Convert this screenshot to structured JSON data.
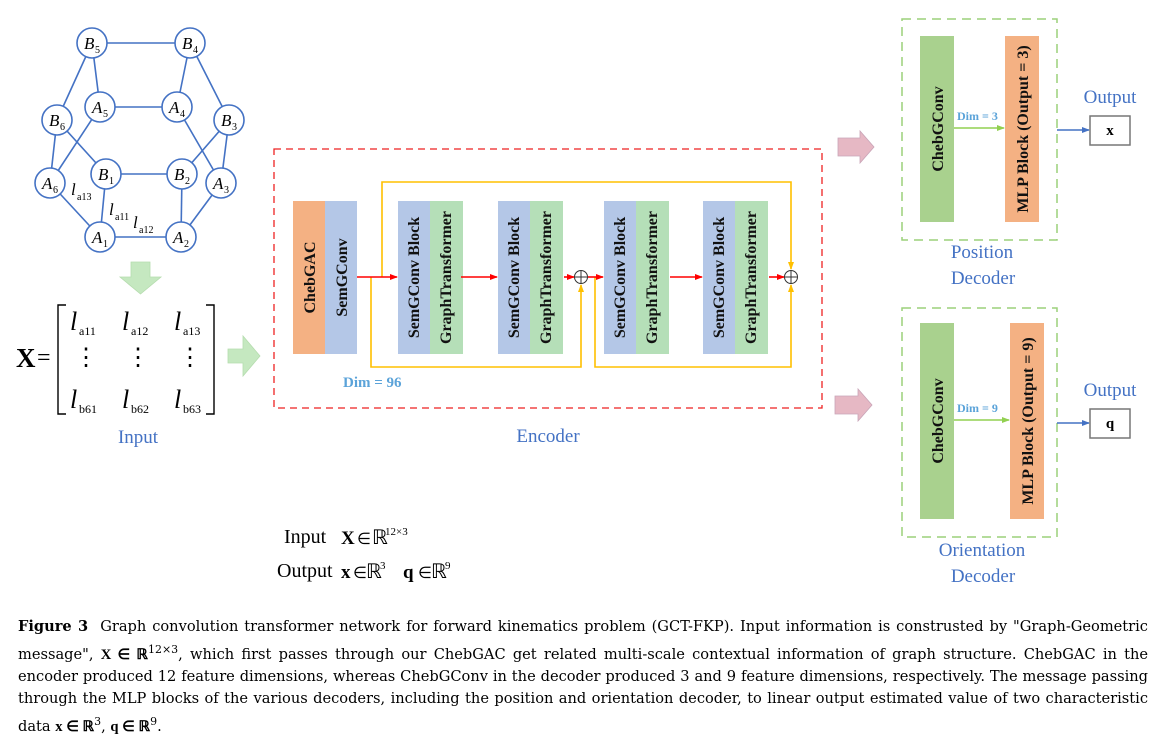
{
  "graph": {
    "nodes": [
      {
        "id": "B5",
        "letter": "B",
        "sub": "5"
      },
      {
        "id": "B4",
        "letter": "B",
        "sub": "4"
      },
      {
        "id": "A5",
        "letter": "A",
        "sub": "5"
      },
      {
        "id": "A4",
        "letter": "A",
        "sub": "4"
      },
      {
        "id": "B6",
        "letter": "B",
        "sub": "6"
      },
      {
        "id": "B3",
        "letter": "B",
        "sub": "3"
      },
      {
        "id": "B1",
        "letter": "B",
        "sub": "1"
      },
      {
        "id": "B2",
        "letter": "B",
        "sub": "2"
      },
      {
        "id": "A6",
        "letter": "A",
        "sub": "6"
      },
      {
        "id": "A3",
        "letter": "A",
        "sub": "3"
      },
      {
        "id": "A1",
        "letter": "A",
        "sub": "1"
      },
      {
        "id": "A2",
        "letter": "A",
        "sub": "2"
      }
    ],
    "edges": [
      [
        "B5",
        "B4"
      ],
      [
        "B5",
        "A5"
      ],
      [
        "B5",
        "B6"
      ],
      [
        "B4",
        "A4"
      ],
      [
        "B4",
        "B3"
      ],
      [
        "A5",
        "A4"
      ],
      [
        "A5",
        "A6"
      ],
      [
        "B6",
        "A6"
      ],
      [
        "B6",
        "B1"
      ],
      [
        "A4",
        "A3"
      ],
      [
        "B3",
        "B2"
      ],
      [
        "B3",
        "A3"
      ],
      [
        "B1",
        "B2"
      ],
      [
        "B1",
        "A1"
      ],
      [
        "B2",
        "A2"
      ],
      [
        "A6",
        "A1"
      ],
      [
        "A3",
        "A2"
      ],
      [
        "A1",
        "A2"
      ]
    ],
    "edge_labels": [
      {
        "l": "l",
        "sub": "a13"
      },
      {
        "l": "l",
        "sub": "a11"
      },
      {
        "l": "l",
        "sub": "a12"
      }
    ]
  },
  "input": {
    "matrix_symbol": "X",
    "equals": "=",
    "rows": [
      [
        {
          "l": "l",
          "sub": "a11"
        },
        {
          "l": "l",
          "sub": "a12"
        },
        {
          "l": "l",
          "sub": "a13"
        }
      ],
      [
        "⋮",
        "⋮",
        "⋮"
      ],
      [
        {
          "l": "l",
          "sub": "b61"
        },
        {
          "l": "l",
          "sub": "b62"
        },
        {
          "l": "l",
          "sub": "b63"
        }
      ]
    ],
    "label": "Input"
  },
  "encoder": {
    "label": "Encoder",
    "stem": [
      "ChebGAC",
      "SemGConv"
    ],
    "blocks": [
      {
        "a": "SemGConv Block",
        "b": "GraphTransformer"
      },
      {
        "a": "SemGConv Block",
        "b": "GraphTransformer"
      },
      {
        "a": "SemGConv Block",
        "b": "GraphTransformer"
      },
      {
        "a": "SemGConv Block",
        "b": "GraphTransformer"
      }
    ],
    "dim_label": "Dim = 96",
    "sum_symbol": "⊕"
  },
  "decoders": [
    {
      "name": "Position Decoder",
      "label_line1": "Position",
      "label_line2": "Decoder",
      "conv": "ChebGConv",
      "mlp": "MLP Block (Output = 3)",
      "dim_label": "Dim = 3",
      "output_label": "Output",
      "output_symbol": "x"
    },
    {
      "name": "Orientation Decoder",
      "label_line1": "Orientation",
      "label_line2": "Decoder",
      "conv": "ChebGConv",
      "mlp": "MLP Block (Output = 9)",
      "dim_label": "Dim = 9",
      "output_label": "Output",
      "output_symbol": "q"
    }
  ],
  "legend": {
    "input_word": "Input",
    "input_sym": "X",
    "input_space": "ℝ",
    "input_exp": "12×3",
    "output_word": "Output",
    "out1_sym": "x",
    "out1_exp": "3",
    "out2_sym": "q",
    "out2_exp": "9",
    "in_symbol": "∈"
  },
  "caption": {
    "figure_label": "Figure 3",
    "text_part1": "Graph convolution transformer network for forward kinematics problem (GCT-FKP). Input information is construsted by \"Graph-Geometric message\", ",
    "math1": "X ∈ ℝ",
    "math1_exp": "12×3",
    "text_part2": ", which first passes through our ChebGAC get related multi-scale contextual information of graph structure. ChebGAC in the encoder produced 12 feature dimensions, whereas ChebGConv in the decoder produced 3 and 9 feature dimensions, respectively. The message passing through the MLP blocks of the various decoders, including the position and orientation decoder, to linear output estimated value of two characteristic data ",
    "math2": "x ∈ ℝ",
    "math2_exp": "3",
    "sep": ", ",
    "math3": "q ∈ ℝ",
    "math3_exp": "9",
    "end": "."
  },
  "colors": {
    "graph_blue": "#4472c4",
    "label_blue": "#4472c4",
    "orange_block": "#f4b183",
    "blue_block": "#b4c7e7",
    "green_block": "#b5dfb8",
    "decoder_green": "#a9d18e",
    "main_flow_red": "#ff0000",
    "skip_yellow": "#ffc000",
    "encoder_border": "#ee2222",
    "decoder_border": "#9bd17a",
    "dim_blue": "#5ba3d9",
    "pink_arrow": "#e6b8c4",
    "green_arrow": "#c5e8c0"
  }
}
